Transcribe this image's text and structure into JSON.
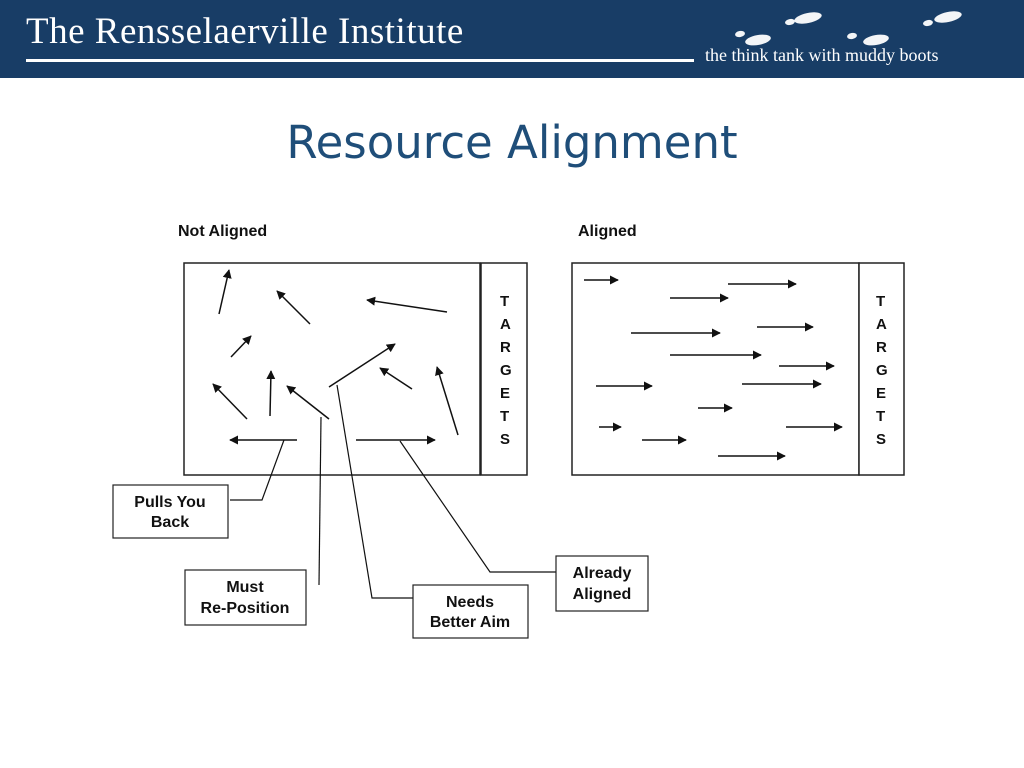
{
  "header": {
    "org_name": "The Rensselaerville Institute",
    "tagline": "the think tank with muddy boots",
    "colors": {
      "banner": "#183d66",
      "text": "#ffffff"
    },
    "decoration": "boot-print-icons"
  },
  "slide": {
    "title": "Resource Alignment",
    "title_color": "#1f4e79"
  },
  "diagram": {
    "not_aligned": {
      "label": "Not Aligned",
      "targets_letters": [
        "T",
        "A",
        "R",
        "G",
        "E",
        "T",
        "S"
      ]
    },
    "aligned": {
      "label": "Aligned",
      "targets_letters": [
        "T",
        "A",
        "R",
        "G",
        "E",
        "T",
        "S"
      ]
    },
    "callouts": {
      "pulls_you_back": [
        "Pulls You",
        "Back"
      ],
      "must_reposition": [
        "Must",
        "Re-Position"
      ],
      "needs_better_aim": [
        "Needs",
        "Better Aim"
      ],
      "already_aligned": [
        "Already",
        "Aligned"
      ]
    }
  }
}
